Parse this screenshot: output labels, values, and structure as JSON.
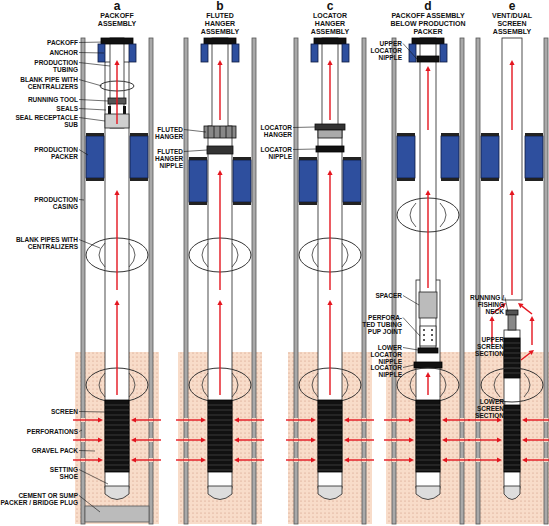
{
  "diagram": {
    "labels": [
      "a",
      "PACKOFF ASSEMBLY",
      "b",
      "FLUTED HANGER ASSEMBLY",
      "c",
      "LOCATOR HANGER ASSEMBLY",
      "d",
      "PACKOFF ASSEMBLY BELOW PRODUCTION PACKER",
      "e",
      "VENT/DUAL SCREEN ASSEMBLY",
      "PACKOFF",
      "ANCHOR",
      "PRODUCTION TUBING",
      "BLANK PIPE WITH CENTRALIZERS",
      "RUNNING TOOL",
      "SEALS",
      "SEAL RECEPTACLE SUB",
      "PRODUCTION PACKER",
      "PRODUCTION CASING",
      "BLANK PIPES WITH CENTRALIZERS",
      "SCREEN",
      "PERFORATIONS",
      "GRAVEL PACK",
      "SETTING SHOE",
      "CEMENT OR SUMP PACKER / BRIDGE PLUG",
      "FLUTED HANGER",
      "FLUTED HANGER NIPPLE",
      "LOCATOR HANGER",
      "LOCATOR NIPPLE",
      "UPPER LOCATOR NIPPLE",
      "SPACER",
      "PERFORA-TED TUBING PUP JOINT",
      "LOWER LOCATOR NIPPLE",
      "LOCATOR NIPPLE",
      "RUNNING / FISHING NECK",
      "UPPER SCREEN SECTION",
      "LOWER SCREEN SECTION"
    ]
  }
}
